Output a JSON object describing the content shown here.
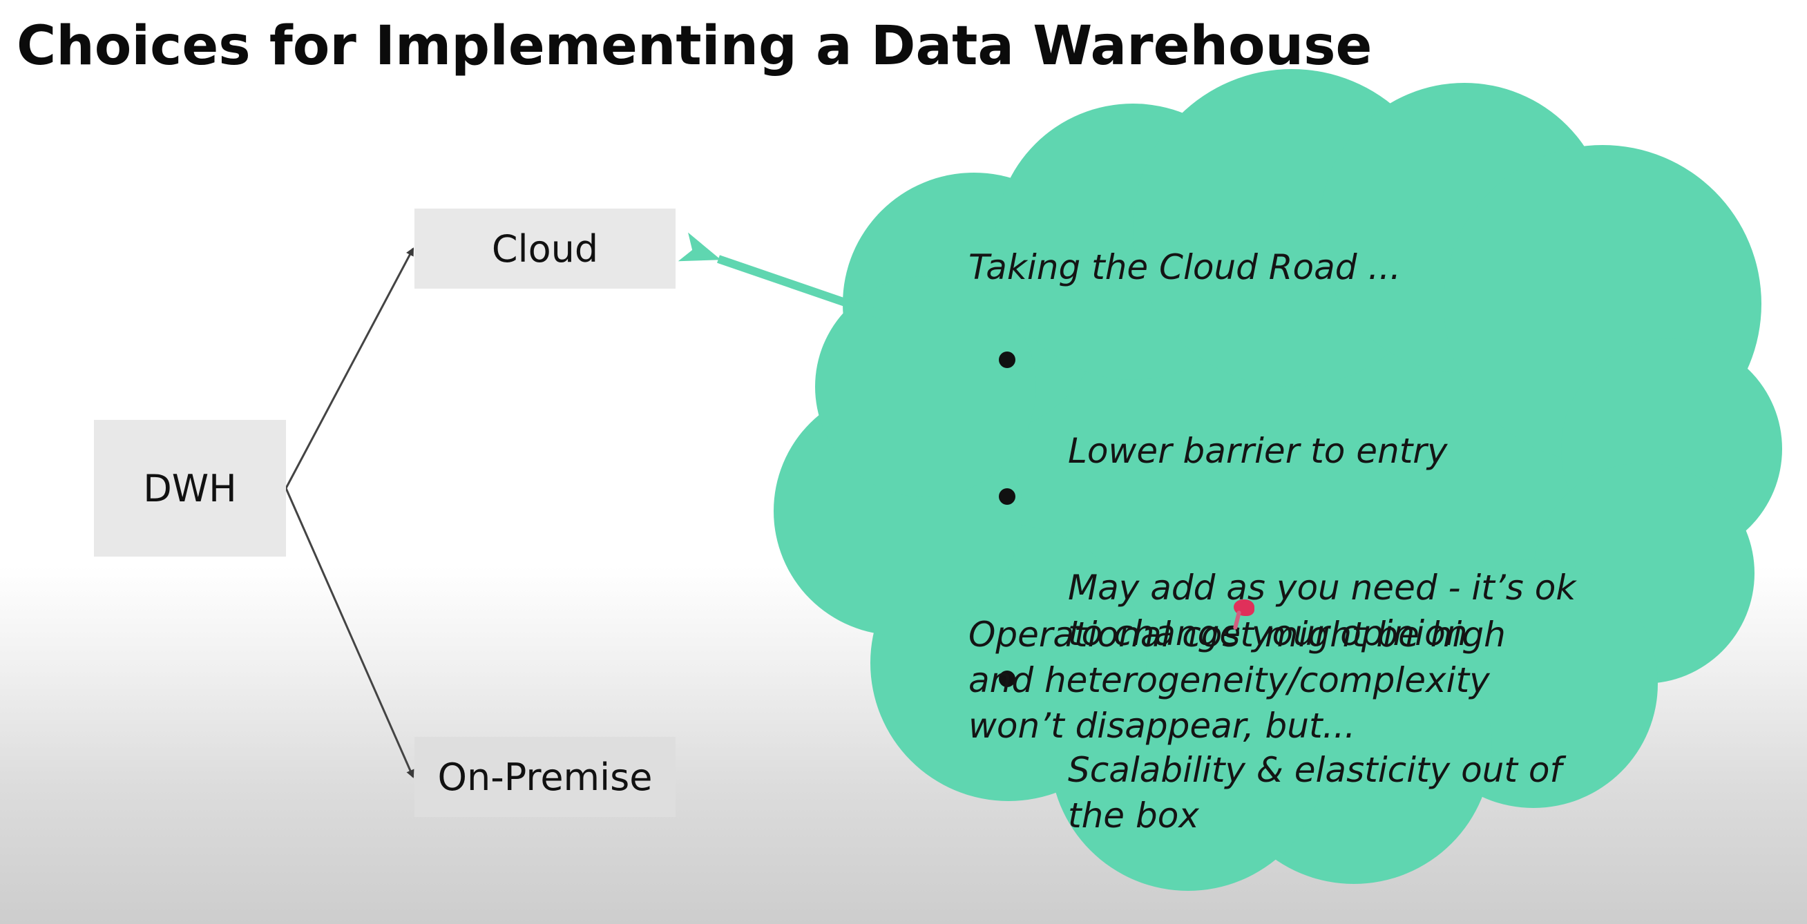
{
  "slide": {
    "title": "Choices for Implementing a Data Warehouse"
  },
  "diagram": {
    "nodes": {
      "root": "DWH",
      "option_top": "Cloud",
      "option_bottom": "On-Premise"
    },
    "callout": {
      "heading": "Taking the Cloud Road ...",
      "bullets": [
        "Lower barrier to entry",
        "May add as you need - it’s ok\nto change your opinion",
        "Scalability & elasticity out of\nthe box"
      ],
      "footer": "Operational cost might be high\nand heterogeneity/complexity\nwon’t disappear, but...",
      "fill_color": "#5fd6b0",
      "arrow_color": "#5fd6b0"
    }
  }
}
